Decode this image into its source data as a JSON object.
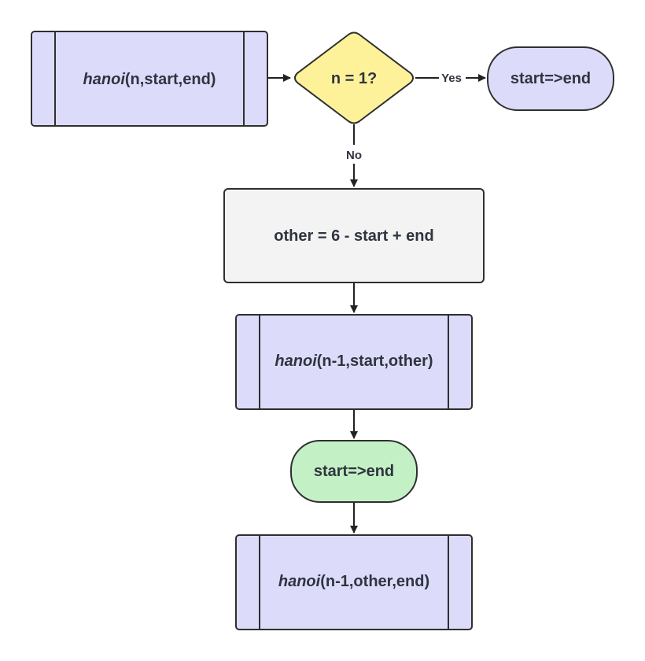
{
  "nodes": {
    "hanoi_call": {
      "fn": "hanoi",
      "args": "(n,start,end)"
    },
    "decision": {
      "label": "n = 1?"
    },
    "move_base": {
      "label": "start=>end"
    },
    "compute_other": {
      "label": "other = 6 - start + end"
    },
    "hanoi_first": {
      "fn": "hanoi",
      "args": "(n-1,start,other)"
    },
    "move_middle": {
      "label": "start=>end"
    },
    "hanoi_second": {
      "fn": "hanoi",
      "args": "(n-1,other,end)"
    }
  },
  "edges": {
    "yes_label": "Yes",
    "no_label": "No"
  },
  "colors": {
    "subroutine_fill": "#dcdcfa",
    "decision_fill": "#fdf29a",
    "process_fill": "#f3f3f3",
    "terminal_blue_fill": "#dcdcfa",
    "terminal_green_fill": "#c4f0c6"
  }
}
